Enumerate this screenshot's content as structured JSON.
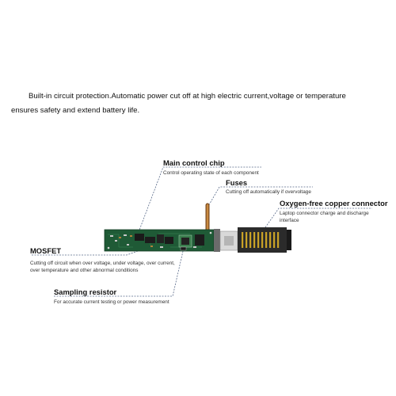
{
  "intro": {
    "line1": "Built-in circuit protection.Automatic power cut off at high electric current,voltage or temperature",
    "line2": "ensures safety and extend battery life."
  },
  "callouts": {
    "main_chip": {
      "title": "Main control chip",
      "desc": "Control operating state of each component"
    },
    "fuses": {
      "title": "Fuses",
      "desc": "Cutting off automatically if overvoltage"
    },
    "connector": {
      "title": "Oxygen-free copper connector",
      "desc1": "Laptop connector charge and discharge",
      "desc2": "interface"
    },
    "mosfet": {
      "title": "MOSFET",
      "desc1": "Cutting off circuit when over voltage, under voltage, over current,",
      "desc2": "over temperature and other abnormal conditions"
    },
    "sampling": {
      "title": "Sampling resistor",
      "desc": "For accurate current testing or power measurement"
    }
  },
  "colors": {
    "pcb": "#1f5a36",
    "leader": "#5a6b8a",
    "copper": "#b87333",
    "connector_body": "#2b2b2b",
    "connector_pin": "#c9a227"
  }
}
